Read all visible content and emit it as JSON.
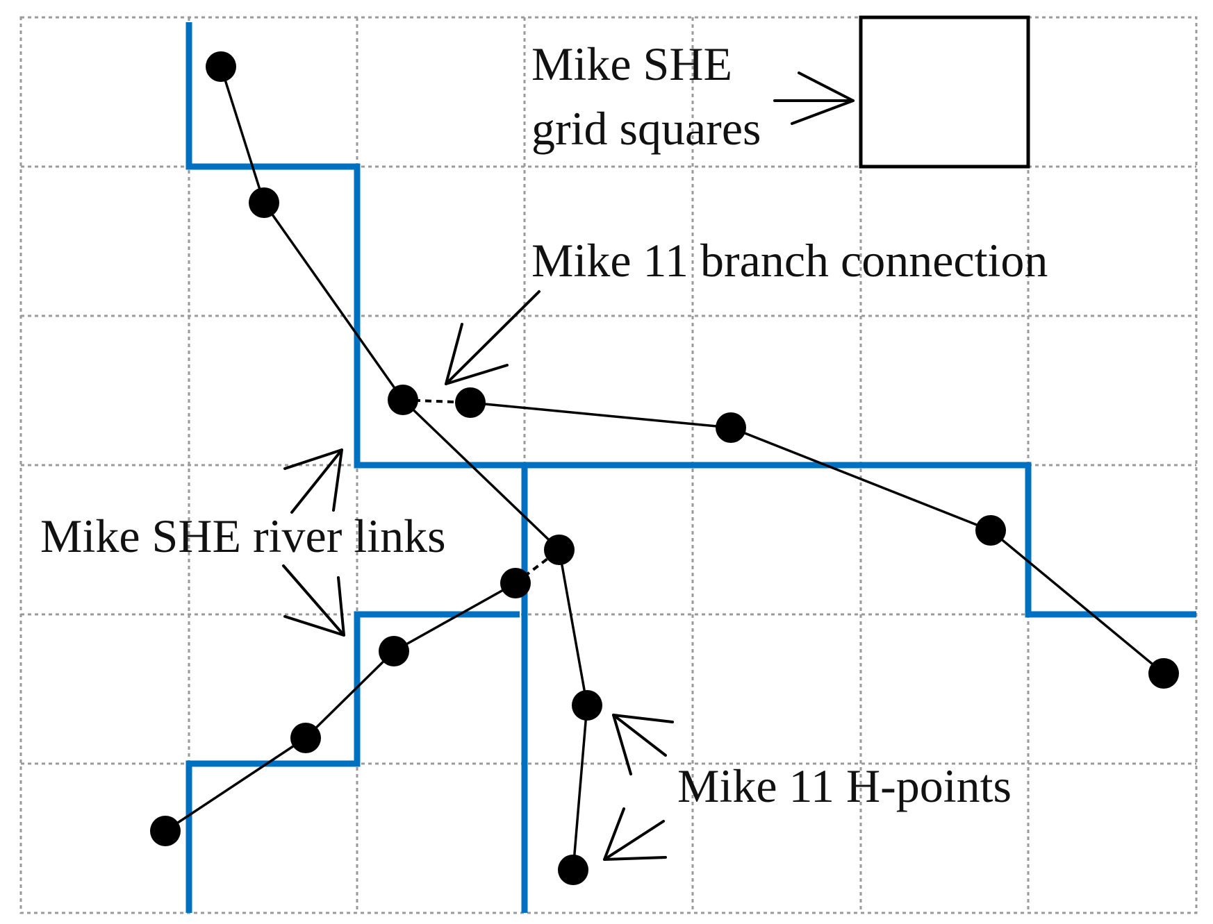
{
  "labels": {
    "grid_squares_line1": "Mike SHE",
    "grid_squares_line2": "grid squares",
    "branch_connection": "Mike 11 branch connection",
    "river_links": "Mike SHE river links",
    "h_points": "Mike 11 H-points"
  },
  "colors": {
    "river_link": "#0070c0",
    "h_point": "#000000",
    "grid": "#9a9a9a",
    "background": "#ffffff"
  }
}
